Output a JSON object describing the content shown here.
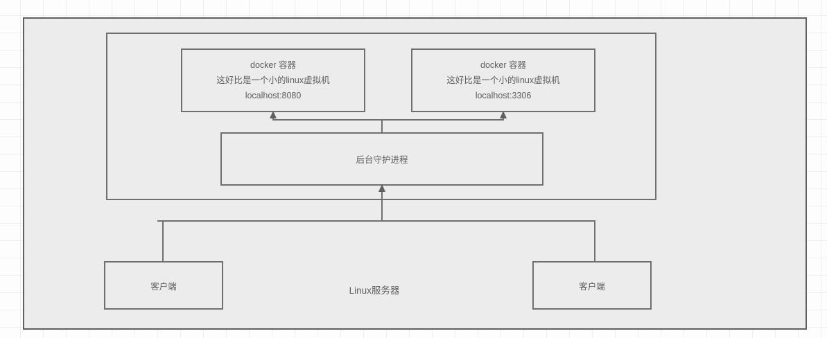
{
  "diagram": {
    "title": "Docker architecture on a Linux server",
    "background": {
      "grid": "graph-paper",
      "page_color": "#fdfdfd",
      "grid_color": "#969696"
    },
    "colors": {
      "container_fill": "#ececec",
      "border": "#6f6f6f",
      "outer_border": "#5f5f5f",
      "text": "#5f5f5f"
    },
    "server": {
      "label": "Linux服务器"
    },
    "docker_host": {
      "label": ""
    },
    "containers": [
      {
        "title": "docker 容器",
        "description": "这好比是一个小的linux虚拟机",
        "address": "localhost:8080"
      },
      {
        "title": "docker 容器",
        "description": "这好比是一个小的linux虚拟机",
        "address": "localhost:3306"
      }
    ],
    "daemon": {
      "label": "后台守护进程"
    },
    "clients": [
      {
        "label": "客户端"
      },
      {
        "label": "客户端"
      }
    ],
    "connectors": [
      {
        "from": "daemon",
        "to": "container-1",
        "arrow": "up"
      },
      {
        "from": "daemon",
        "to": "container-2",
        "arrow": "up"
      },
      {
        "from": "client-left",
        "to": "daemon",
        "arrow": "up"
      },
      {
        "from": "client-right",
        "to": "daemon",
        "arrow": "up"
      }
    ]
  }
}
